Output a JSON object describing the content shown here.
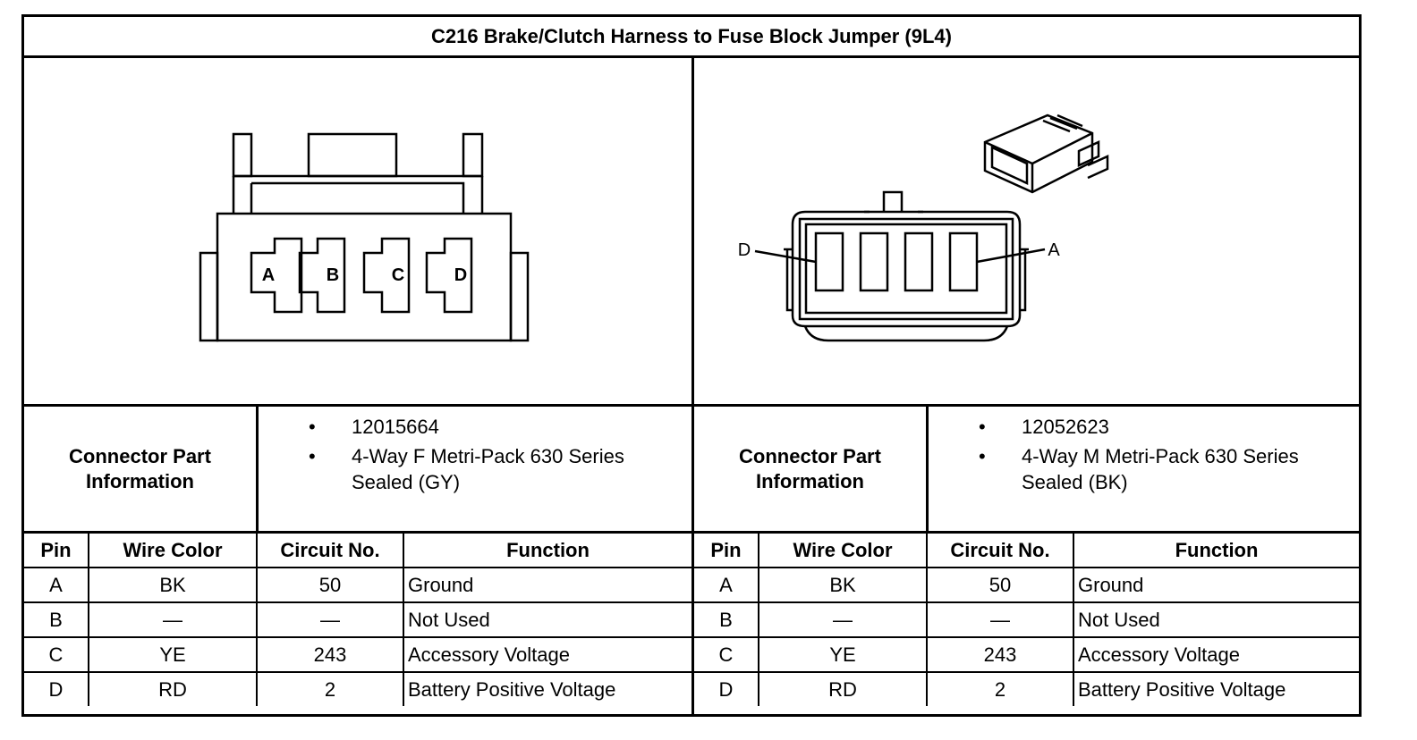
{
  "title": "C216 Brake/Clutch Harness to Fuse Block Jumper (9L4)",
  "left": {
    "drawing_pins": [
      "A",
      "B",
      "C",
      "D"
    ],
    "info_label": "Connector Part Information",
    "info_items": [
      "12015664",
      "4-Way F Metri-Pack 630 Series Sealed (GY)"
    ],
    "headers": {
      "pin": "Pin",
      "wire": "Wire Color",
      "circuit": "Circuit No.",
      "function": "Function"
    },
    "rows": [
      {
        "pin": "A",
        "wire": "BK",
        "circuit": "50",
        "function": "Ground"
      },
      {
        "pin": "B",
        "wire": "—",
        "circuit": "—",
        "function": "Not Used"
      },
      {
        "pin": "C",
        "wire": "YE",
        "circuit": "243",
        "function": "Accessory Voltage"
      },
      {
        "pin": "D",
        "wire": "RD",
        "circuit": "2",
        "function": "Battery Positive Voltage"
      }
    ]
  },
  "right": {
    "drawing_labels": {
      "left": "D",
      "right": "A"
    },
    "info_label": "Connector Part Information",
    "info_items": [
      "12052623",
      "4-Way M Metri-Pack 630 Series Sealed (BK)"
    ],
    "headers": {
      "pin": "Pin",
      "wire": "Wire Color",
      "circuit": "Circuit No.",
      "function": "Function"
    },
    "rows": [
      {
        "pin": "A",
        "wire": "BK",
        "circuit": "50",
        "function": "Ground"
      },
      {
        "pin": "B",
        "wire": "—",
        "circuit": "—",
        "function": "Not Used"
      },
      {
        "pin": "C",
        "wire": "YE",
        "circuit": "243",
        "function": "Accessory Voltage"
      },
      {
        "pin": "D",
        "wire": "RD",
        "circuit": "2",
        "function": "Battery Positive Voltage"
      }
    ]
  }
}
